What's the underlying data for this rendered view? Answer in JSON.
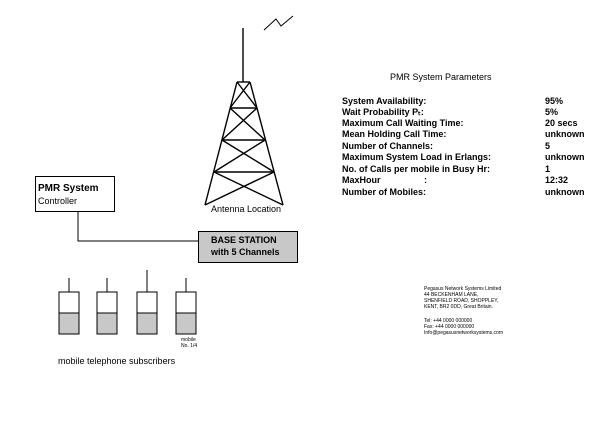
{
  "panel": {
    "title": "PMR System Parameters",
    "parameters": [
      {
        "label": "System Availability:",
        "separator": "",
        "value": "95%"
      },
      {
        "label": "Wait Probability Pₜ:",
        "separator": "",
        "value": "5%"
      },
      {
        "label": "Maximum Call Waiting Time:",
        "separator": "",
        "value": "20 secs"
      },
      {
        "label": "Mean Holding Call Time:",
        "separator": "",
        "value": "unknown"
      },
      {
        "label": "Number of Channels:",
        "separator": "",
        "value": "5"
      },
      {
        "label": "Maximum System Load in Erlangs:",
        "separator": "",
        "value": "unknown"
      },
      {
        "label": "No. of Calls per mobile in Busy Hr:",
        "separator": "",
        "value": "1"
      },
      {
        "label": "MaxHour",
        "separator": ":",
        "value": "12:32"
      },
      {
        "label": "Number of Mobiles:",
        "separator": "",
        "value": "unknown"
      }
    ]
  },
  "diagram": {
    "controller_title": "PMR System",
    "controller_subtitle": "Controller",
    "base_station_line1": "BASE STATION",
    "base_station_line2": "with 5 Channels",
    "antenna_label": "Antenna Location",
    "subscribers_label": "mobile telephone subscribers",
    "mobile_tag": "mobile No. 1/4",
    "colors": {
      "base_station_fill": "#c8c8c8",
      "handset_fill": "#c8c8c8",
      "line": "#000000"
    }
  },
  "company": {
    "lines": [
      "Pegasus Network Systems Limited",
      "44 BECKENHAM LANE,",
      "SHENFIELD ROAD, SHOPPLEY,",
      "KENT, BR2 0DD, Great Britain."
    ],
    "contact_lines": [
      "Tel: +44 0000 000000",
      "Fax: +44 0000 000000",
      "Info@pegasusnetworksystems.com"
    ]
  }
}
